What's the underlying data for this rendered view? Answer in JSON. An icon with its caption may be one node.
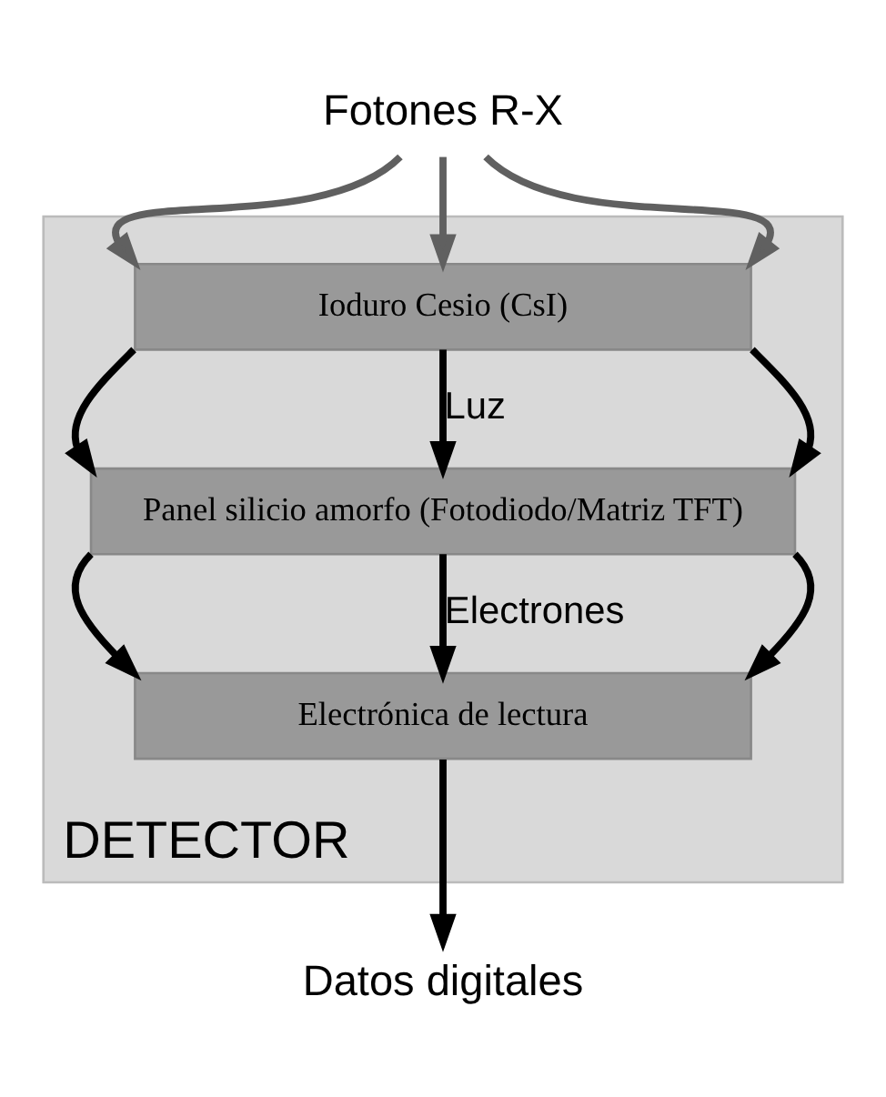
{
  "diagram": {
    "nodes": [
      {
        "text": [
          "Fotones R-X"
        ]
      },
      {
        "text": [
          "DETECTOR"
        ]
      },
      {
        "text": [
          "Ioduro Cesio (CsI)"
        ],
        "in": 1
      },
      {
        "text": [
          "Panel silicio amorfo (Fotodiodo/Matriz TFT)"
        ],
        "in": 1
      },
      {
        "text": [
          "Electrónica de lectura"
        ],
        "in": 1
      },
      {
        "text": [
          "Datos digitales"
        ]
      }
    ],
    "edges": [
      {
        "from": 0,
        "to": 2,
        "arrow": "to",
        "color": "#606060"
      },
      {
        "from": 0,
        "to": 2,
        "arrow": "to",
        "color": "#606060"
      },
      {
        "from": 0,
        "to": 2,
        "arrow": "to",
        "color": "#606060"
      },
      {
        "from": 2,
        "to": 3,
        "arrow": "to"
      },
      {
        "from": 2,
        "to": 3,
        "arrow": "to",
        "label": "Luz"
      },
      {
        "from": 2,
        "to": 3,
        "arrow": "to"
      },
      {
        "from": 3,
        "to": 4,
        "arrow": "to"
      },
      {
        "from": 3,
        "to": 4,
        "arrow": "to",
        "label": "Electrones"
      },
      {
        "from": 3,
        "to": 4,
        "arrow": "to"
      },
      {
        "from": 4,
        "to": 5,
        "arrow": "to"
      }
    ]
  }
}
